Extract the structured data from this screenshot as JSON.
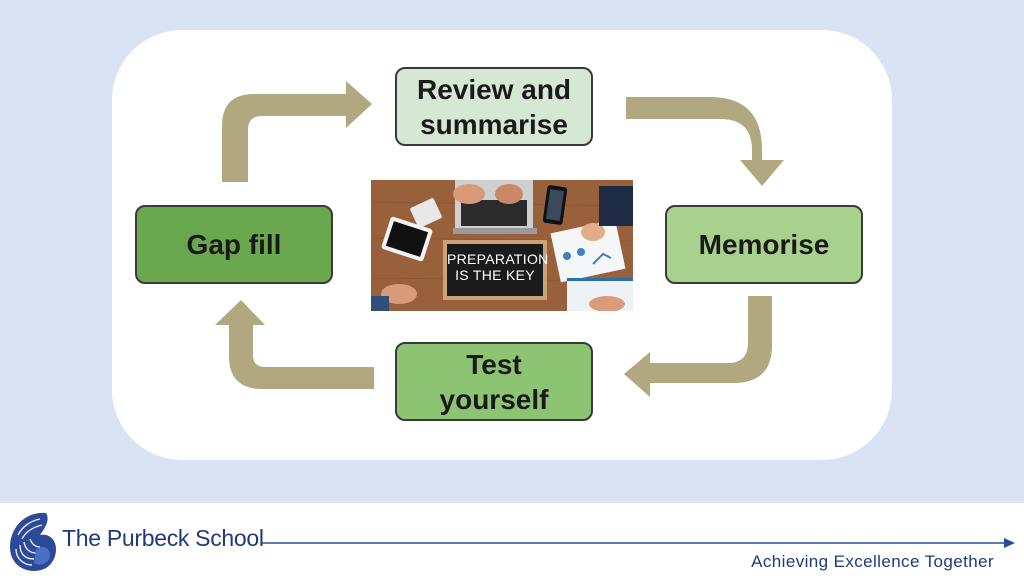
{
  "cycle": {
    "review_line1": "Review and",
    "review_line2": "summarise",
    "memorise": "Memorise",
    "test_line1": "Test",
    "test_line2": "yourself",
    "gapfill": "Gap fill"
  },
  "photo": {
    "board_line1": "PREPARATION",
    "board_line2": "IS THE KEY"
  },
  "footer": {
    "school_name": "The Purbeck School",
    "motto": "Achieving Excellence Together"
  },
  "colors": {
    "background": "#dae3f3",
    "arrow": "#b2a880",
    "box_review": "#d5e8d4",
    "box_memorise": "#a9d18e",
    "box_test": "#8cc474",
    "box_gapfill": "#6aa84f",
    "brand_blue": "#1f3a7a"
  }
}
